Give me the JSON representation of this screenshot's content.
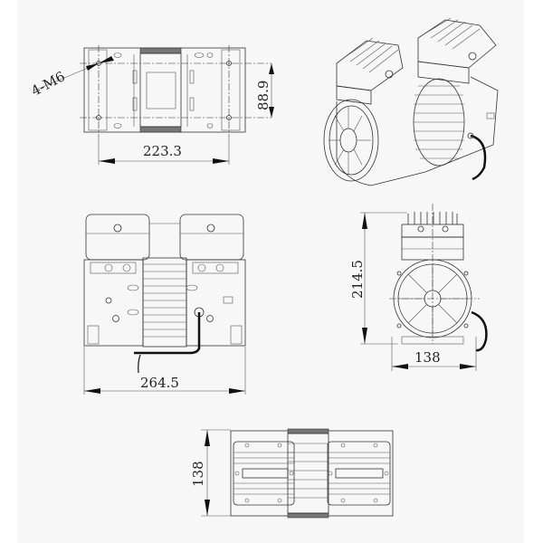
{
  "drawing": {
    "subject": "twin-head oil-free air compressor, dimensional drawing",
    "units": "mm",
    "background_color": "#f7f7f7",
    "line_color": "#333333"
  },
  "views": {
    "top_mounting_view": {
      "callout_label": "4-M6",
      "width_dim": "223.3",
      "height_dim": "88.9"
    },
    "isometric_view": {
      "label": ""
    },
    "front_view": {
      "width_dim": "264.5"
    },
    "side_view": {
      "height_dim": "214.5",
      "width_dim": "138"
    },
    "bottom_view": {
      "height_dim": "138"
    }
  }
}
